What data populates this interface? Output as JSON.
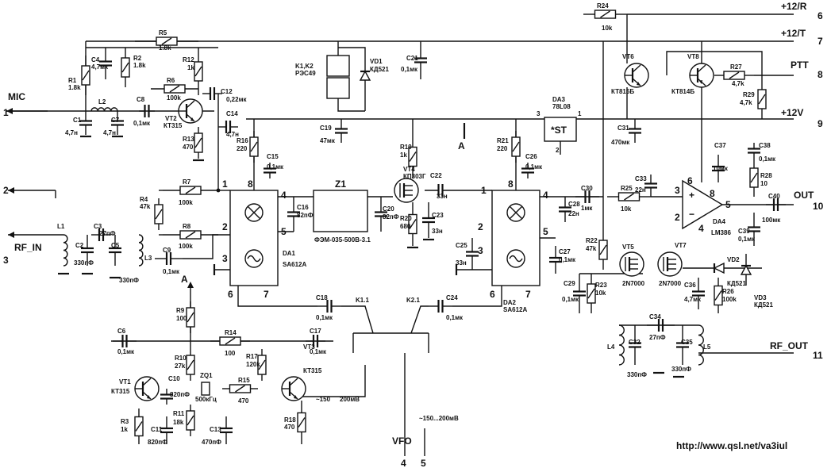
{
  "terminals": [
    {
      "id": "mic",
      "label": "MIC",
      "pin": "1"
    },
    {
      "id": "gnd2",
      "label": "",
      "pin": "2"
    },
    {
      "id": "rfin",
      "label": "RF_IN",
      "pin": "3"
    },
    {
      "id": "vfo",
      "label": "VFO",
      "pin": "4"
    },
    {
      "id": "gnd5",
      "label": "",
      "pin": "5"
    },
    {
      "id": "p12r",
      "label": "+12/R",
      "pin": "6"
    },
    {
      "id": "p12t",
      "label": "+12/T",
      "pin": "7"
    },
    {
      "id": "ptt",
      "label": "PTT",
      "pin": "8"
    },
    {
      "id": "p12v",
      "label": "+12V",
      "pin": "9"
    },
    {
      "id": "out",
      "label": "OUT",
      "pin": "10"
    },
    {
      "id": "rfout",
      "label": "RF_OUT",
      "pin": "11"
    }
  ],
  "components": {
    "R1": [
      "R1",
      "1.8k"
    ],
    "R2": [
      "R2",
      "1.8k"
    ],
    "R3": [
      "R3",
      "1k"
    ],
    "R4": [
      "R4",
      "47k"
    ],
    "R5": [
      "R5",
      "1.8k"
    ],
    "R6": [
      "R6",
      "100k"
    ],
    "R7": [
      "R7",
      "100k"
    ],
    "R8": [
      "R8",
      "100k"
    ],
    "R9": [
      "R9",
      "100"
    ],
    "R10": [
      "R10",
      "27k"
    ],
    "R11": [
      "R11",
      "18k"
    ],
    "R12": [
      "R12",
      "1k"
    ],
    "R13": [
      "R13",
      "470"
    ],
    "R14": [
      "R14",
      "100"
    ],
    "R15": [
      "R15",
      "470"
    ],
    "R16": [
      "R16",
      "220"
    ],
    "R17": [
      "R17",
      "120k"
    ],
    "R18": [
      "R18",
      "470"
    ],
    "R19": [
      "R19",
      "1k"
    ],
    "R20": [
      "R20",
      "680"
    ],
    "R21": [
      "R21",
      "220"
    ],
    "R22": [
      "R22",
      "47k"
    ],
    "R23": [
      "R23",
      "10k"
    ],
    "R24": [
      "R24",
      "10k"
    ],
    "R25": [
      "R25",
      "10k"
    ],
    "R26": [
      "R26",
      "100k"
    ],
    "R27": [
      "R27",
      "4,7k"
    ],
    "R28": [
      "R28",
      "10"
    ],
    "R29": [
      "R29",
      "4,7k"
    ],
    "C1": [
      "C1",
      "4,7н"
    ],
    "C2": [
      "C2",
      "330пФ"
    ],
    "C3": [
      "C3",
      "27пФ"
    ],
    "C4": [
      "C4",
      "4,7мк"
    ],
    "C5": [
      "C5",
      "330пФ"
    ],
    "C6": [
      "C6",
      "0,1мк"
    ],
    "C7": [
      "C7",
      "4,7н"
    ],
    "C8": [
      "C8",
      "0,1мк"
    ],
    "C9": [
      "C9",
      "0,1мк"
    ],
    "C10": [
      "C10",
      "820пФ"
    ],
    "C11": [
      "C11",
      "820пФ"
    ],
    "C12": [
      "C12",
      "0,22мк"
    ],
    "C13": [
      "C13",
      "470пФ"
    ],
    "C14": [
      "C14",
      "4,7н"
    ],
    "C15": [
      "C15",
      "0,1мк"
    ],
    "C16": [
      "C16",
      "82пФ"
    ],
    "C17": [
      "C17",
      "0,1мк"
    ],
    "C18": [
      "C18",
      "0,1мк"
    ],
    "C19": [
      "C19",
      "47мк"
    ],
    "C20": [
      "C20",
      "82пФ"
    ],
    "C21": [
      "C21",
      "0,1мк"
    ],
    "C22": [
      "C22",
      "33н"
    ],
    "C23": [
      "C23",
      "33н"
    ],
    "C24": [
      "C24",
      "0,1мк"
    ],
    "C25": [
      "C25",
      "33н"
    ],
    "C26": [
      "C26",
      "0,1мк"
    ],
    "C27": [
      "C27",
      "0,1мк"
    ],
    "C28": [
      "C28",
      "22н"
    ],
    "C29": [
      "C29",
      "0,1мк"
    ],
    "C30": [
      "C30",
      "1мк"
    ],
    "C31": [
      "C31",
      "470мк"
    ],
    "C32": [
      "C32",
      "330пФ"
    ],
    "C33": [
      "C33",
      "22н"
    ],
    "C34": [
      "C34",
      "27пФ"
    ],
    "C35": [
      "C35",
      "330пФ"
    ],
    "C36": [
      "C36",
      "4,7мк"
    ],
    "C37": [
      "C37",
      "10мк"
    ],
    "C38": [
      "C38",
      "0,1мк"
    ],
    "C39": [
      "C39",
      "0,1мк"
    ],
    "C40": [
      "C40",
      "100мк"
    ],
    "VT1": [
      "VT1",
      "КТ315"
    ],
    "VT2": [
      "VT2",
      "КТ315"
    ],
    "VT3": [
      "VT3",
      "КТ315"
    ],
    "VT4": [
      "VT4",
      "КП303Г"
    ],
    "VT5": [
      "VT5",
      "2N7000"
    ],
    "VT6": [
      "VT6",
      "КТ815Б"
    ],
    "VT7": [
      "VT7",
      "2N7000"
    ],
    "VT8": [
      "VT8",
      "КТ814Б"
    ],
    "VD1": [
      "VD1",
      "КД521"
    ],
    "VD2": [
      "VD2",
      "КД521"
    ],
    "VD3": [
      "VD3",
      "КД521"
    ],
    "DA1": [
      "DA1",
      "SA612A"
    ],
    "DA2": [
      "DA2",
      "SA612A"
    ],
    "DA3": [
      "DA3",
      "78L08"
    ],
    "DA4": [
      "DA4",
      "LM386"
    ],
    "ZQ1": [
      "ZQ1",
      "500кГц"
    ],
    "Z1": [
      "Z1",
      "ФЭМ-035-500В-3.1"
    ],
    "K1": [
      "K1,K2",
      "РЭС49"
    ],
    "L1": [
      "L1",
      ""
    ],
    "L2": [
      "L2",
      ""
    ],
    "L3": [
      "L3",
      ""
    ],
    "L4": [
      "L4",
      ""
    ],
    "L5": [
      "L5",
      ""
    ]
  },
  "notes": {
    "st": "*ST",
    "vfo_range": "~150...200мВ",
    "vt3_level": "~150",
    "vt3_level2": "200мВ",
    "k11": "K1.1",
    "k21": "K2.1",
    "nodeA": "A",
    "url": "http://www.qsl.net/va3iul"
  }
}
